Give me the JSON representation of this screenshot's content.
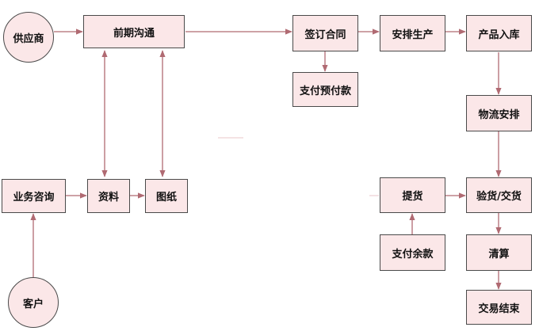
{
  "colors": {
    "node_fill": "#fbe7e8",
    "node_border": "#4a4a4a",
    "connector": "#b06a72",
    "text": "#111111"
  },
  "nodes": {
    "supplier": "供应商",
    "pre_communication": "前期沟通",
    "sign_contract": "签订合同",
    "arrange_production": "安排生产",
    "product_storage": "产品入库",
    "prepay": "支付预付款",
    "logistics": "物流安排",
    "business_inquiry": "业务咨询",
    "materials": "资料",
    "drawings": "图纸",
    "pickup": "提货",
    "inspect_deliver": "验货/交货",
    "pay_balance": "支付余款",
    "settlement": "清算",
    "transaction_end": "交易结束",
    "customer": "客户"
  }
}
